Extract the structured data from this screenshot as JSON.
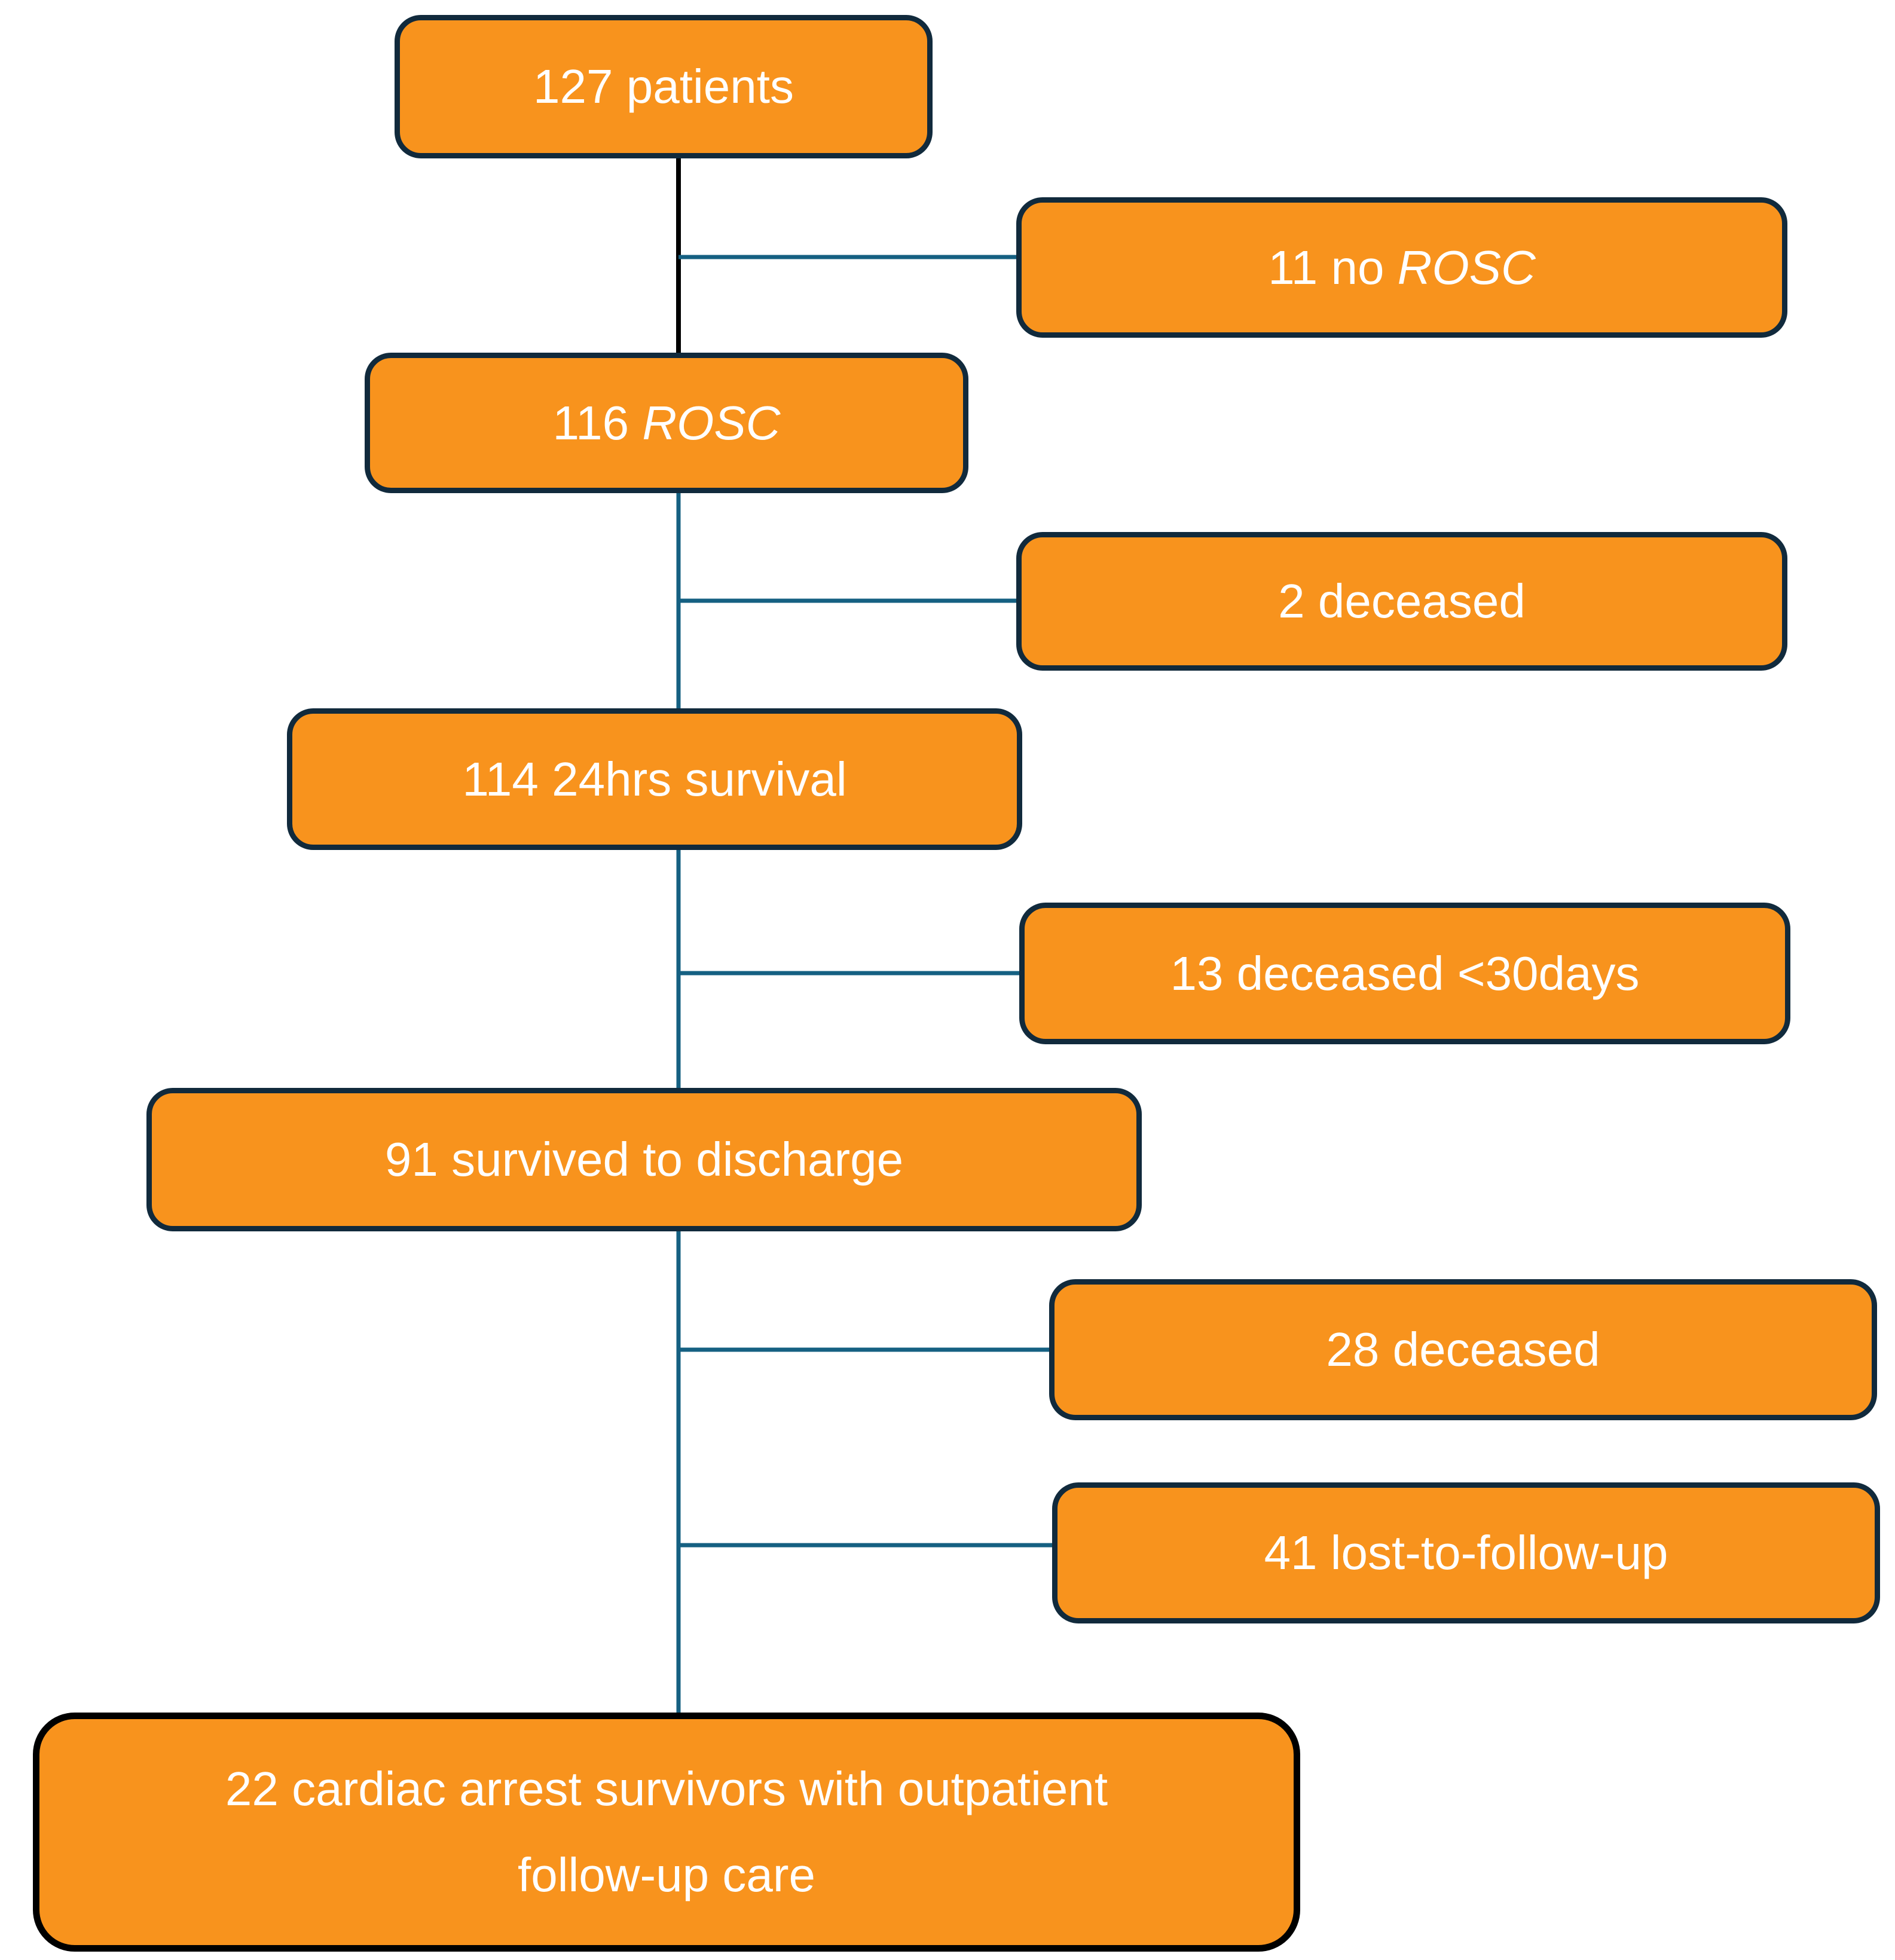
{
  "colors": {
    "box_fill": "#F8931D",
    "box_border": "#112A3C",
    "final_box_border": "#000000",
    "connector": "#156082",
    "first_connector": "#000000",
    "text": "#FFFFFF"
  },
  "nodes": [
    {
      "id": "patients-127",
      "label": "127 patients"
    },
    {
      "id": "no-rosc-11",
      "label": "11 no ROSC",
      "segments": [
        {
          "text": "11 no ",
          "italic": false
        },
        {
          "text": "ROSC",
          "italic": true
        }
      ]
    },
    {
      "id": "rosc-116",
      "label": "116 ROSC",
      "segments": [
        {
          "text": "116 ",
          "italic": false
        },
        {
          "text": "ROSC",
          "italic": true
        }
      ]
    },
    {
      "id": "deceased-2",
      "label": "2 deceased"
    },
    {
      "id": "survival-24hrs-114",
      "label": "114 24hrs survival"
    },
    {
      "id": "deceased-30days-13",
      "label": "13 deceased <30days"
    },
    {
      "id": "discharge-91",
      "label": "91 survived to discharge"
    },
    {
      "id": "deceased-28",
      "label": "28 deceased"
    },
    {
      "id": "lost-to-follow-up-41",
      "label": "41 lost-to-follow-up"
    },
    {
      "id": "survivors-follow-up-22",
      "label": "22 cardiac arrest survivors with outpatient follow-up care",
      "line1": "22 cardiac arrest survivors with outpatient",
      "line2": "follow-up care"
    }
  ],
  "edges": [
    {
      "from": "patients-127",
      "to": "rosc-116",
      "color_role": "first_connector"
    },
    {
      "from": "patients-127",
      "to": "no-rosc-11",
      "color_role": "connector"
    },
    {
      "from": "rosc-116",
      "to": "survival-24hrs-114",
      "color_role": "connector"
    },
    {
      "from": "rosc-116",
      "to": "deceased-2",
      "color_role": "connector"
    },
    {
      "from": "survival-24hrs-114",
      "to": "discharge-91",
      "color_role": "connector"
    },
    {
      "from": "survival-24hrs-114",
      "to": "deceased-30days-13",
      "color_role": "connector"
    },
    {
      "from": "discharge-91",
      "to": "survivors-follow-up-22",
      "color_role": "connector"
    },
    {
      "from": "discharge-91",
      "to": "deceased-28",
      "color_role": "connector"
    },
    {
      "from": "discharge-91",
      "to": "lost-to-follow-up-41",
      "color_role": "connector"
    }
  ]
}
